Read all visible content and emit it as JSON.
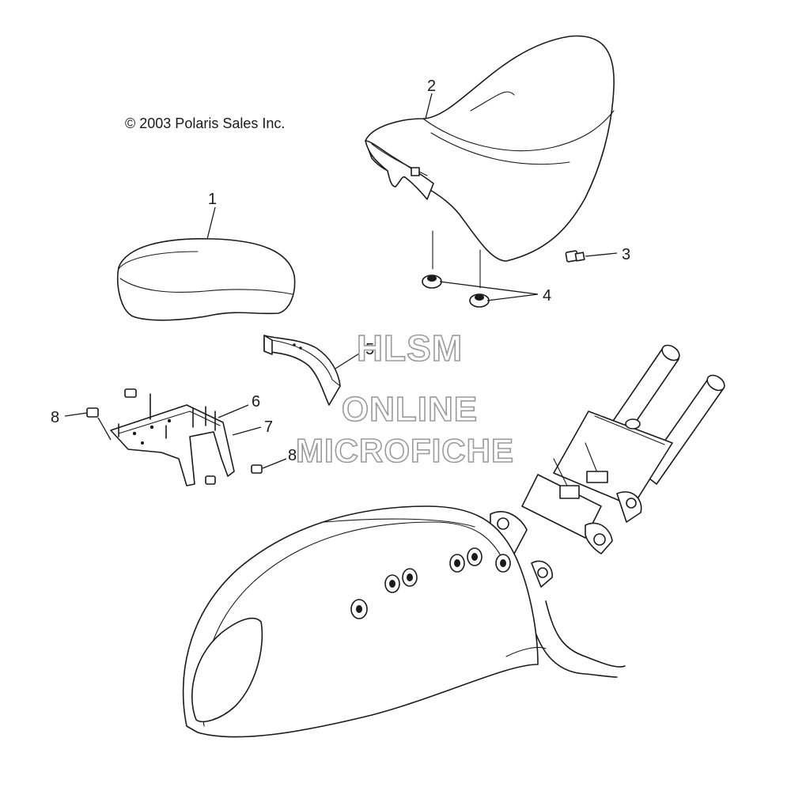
{
  "copyright": "© 2003 Polaris Sales Inc.",
  "watermark": {
    "line1": "HLSM",
    "line2": "ONLINE",
    "line3": "MICROFICHE"
  },
  "callouts": {
    "c1": "1",
    "c2": "2",
    "c3": "3",
    "c4": "4",
    "c5": "5",
    "c6": "6",
    "c7": "7",
    "c8a": "8",
    "c8b": "8"
  }
}
